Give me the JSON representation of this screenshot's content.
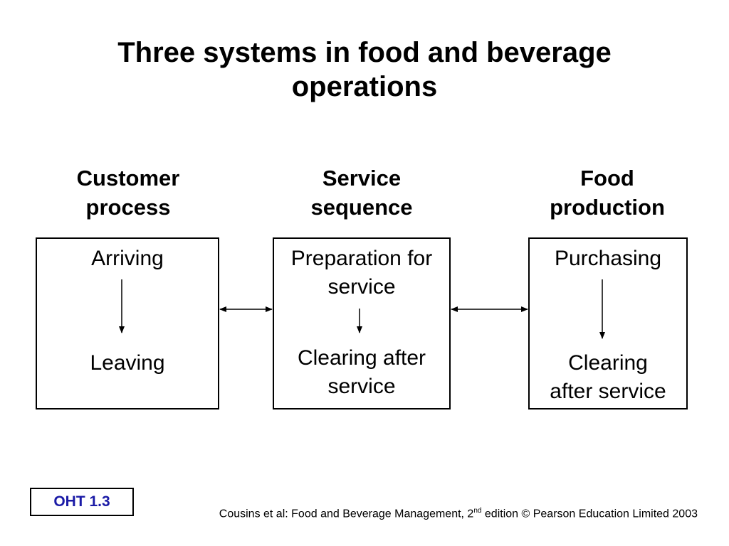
{
  "title": {
    "line1": "Three systems in food and beverage",
    "line2": "operations"
  },
  "columns": [
    {
      "heading": [
        "Customer",
        "process"
      ],
      "top": [
        "Arriving"
      ],
      "bottom": [
        "Leaving"
      ]
    },
    {
      "heading": [
        "Service",
        "sequence"
      ],
      "top": [
        "Preparation for",
        "service"
      ],
      "bottom": [
        "Clearing after",
        "service"
      ]
    },
    {
      "heading": [
        "Food",
        "production"
      ],
      "top": [
        "Purchasing"
      ],
      "bottom": [
        "Clearing",
        "after service"
      ]
    }
  ],
  "badge": "OHT 1.3",
  "footer": {
    "before": "Cousins et al: Food and Beverage Management, 2",
    "sup": "nd",
    "after": " edition © Pearson Education Limited 2003"
  },
  "colors": {
    "badge_text": "#1a1aa6",
    "line": "#000000"
  }
}
